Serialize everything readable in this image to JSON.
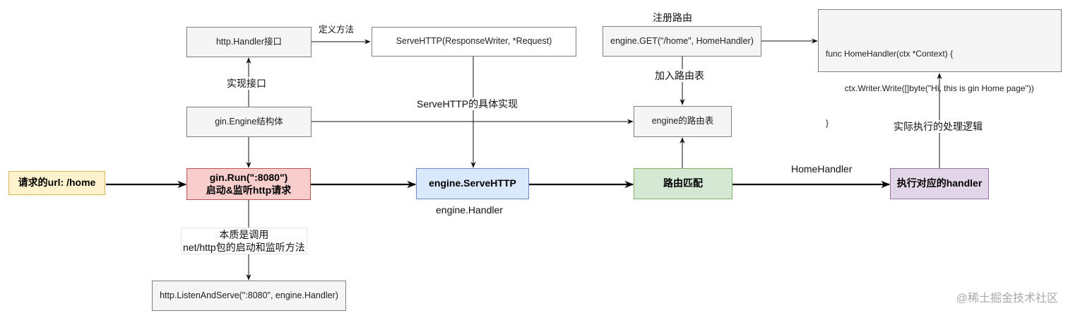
{
  "nodes": {
    "request_url": "请求的url: /home",
    "gin_run_line1": "gin.Run(\":8080\")",
    "gin_run_line2": "启动&监听http请求",
    "engine_servehttp": "engine.ServeHTTP",
    "route_match": "路由匹配",
    "exec_handler": "执行对应的handler",
    "http_handler_iface": "http.Handler接口",
    "servehttp_sig": "ServeHTTP(ResponseWriter, *Request)",
    "gin_engine_struct": "gin.Engine结构体",
    "engine_get": "engine.GET(\"/home\", HomeHandler)",
    "engine_route_table": "engine的路由表",
    "listen_and_serve": "http.ListenAndServe(\":8080\", engine.Handler)",
    "code_lines": [
      "func HomeHandler(ctx *Context) {",
      "        ctx.Writer.Write([]byte(\"Hi, this is gin Home page\"))",
      "}"
    ]
  },
  "labels": {
    "define_method": "定义方法",
    "implement_iface": "实现接口",
    "servehttp_impl": "ServeHTTP的具体实现",
    "register_route": "注册路由",
    "add_route_table": "加入路由表",
    "actual_exec": "实际执行的处理逻辑",
    "home_handler": "HomeHandler",
    "engine_handler": "engine.Handler",
    "essence_line1": "本质是调用",
    "essence_line2": "net/http包的启动和监听方法"
  },
  "colors": {
    "request": "#fff2cc",
    "request_border": "#d6b656",
    "gin_run": "#f8cecc",
    "gin_run_border": "#b85450",
    "servehttp": "#dae8fc",
    "servehttp_border": "#6c8ebf",
    "route_match": "#d5e8d4",
    "route_match_border": "#82b366",
    "handler": "#e1d5e7",
    "handler_border": "#9673a6",
    "plain": "#f5f5f5",
    "plain_border": "#7f7f7f"
  },
  "watermark": "@稀土掘金技术社区"
}
